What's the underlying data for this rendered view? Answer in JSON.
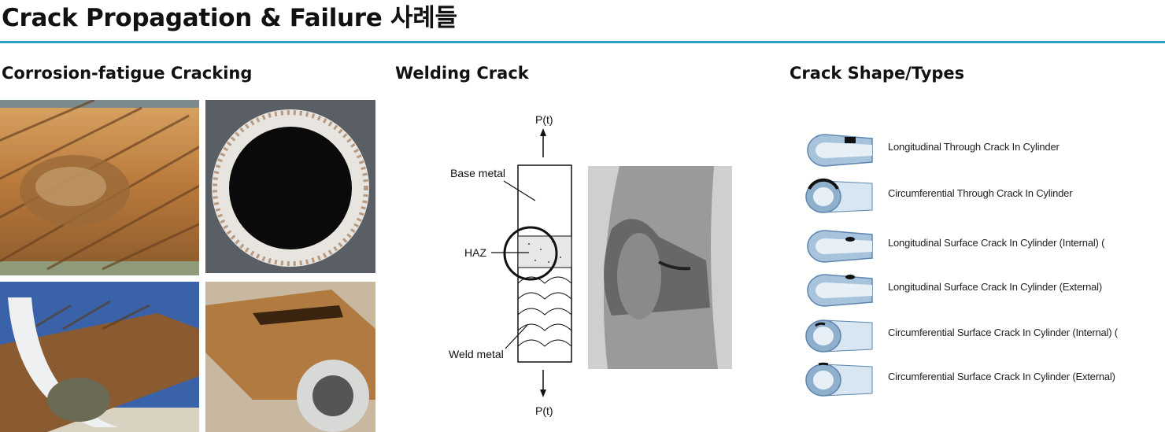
{
  "page": {
    "title": "Crack Propagation & Failure 사례들"
  },
  "sections": {
    "corrosion": {
      "title": "Corrosion-fatigue Cracking"
    },
    "welding": {
      "title": "Welding Crack",
      "labels": {
        "load_top": "P(t)",
        "load_bottom": "P(t)",
        "base_metal": "Base metal",
        "haz": "HAZ",
        "weld_metal": "Weld metal"
      }
    },
    "shapes": {
      "title": "Crack Shape/Types",
      "items": [
        {
          "label": "Longitudinal Through Crack In Cylinder",
          "icon": "longitudinal-through-crack-icon"
        },
        {
          "label": "Circumferential Through Crack In Cylinder",
          "icon": "circumferential-through-crack-icon"
        },
        {
          "label": "Longitudinal Surface Crack In Cylinder (Internal) (",
          "icon": "longitudinal-internal-crack-icon"
        },
        {
          "label": "Longitudinal Surface Crack In Cylinder (External)",
          "icon": "longitudinal-external-crack-icon"
        },
        {
          "label": "Circumferential Surface Crack In Cylinder (Internal) (",
          "icon": "circumferential-internal-crack-icon"
        },
        {
          "label": "Circumferential Surface Crack In Cylinder (External)",
          "icon": "circumferential-external-crack-icon"
        }
      ]
    }
  },
  "colors": {
    "accent_rule": "#2a9fcf",
    "pipe_rust": "#b8783a",
    "pipe_blue": "#5f86b0"
  }
}
